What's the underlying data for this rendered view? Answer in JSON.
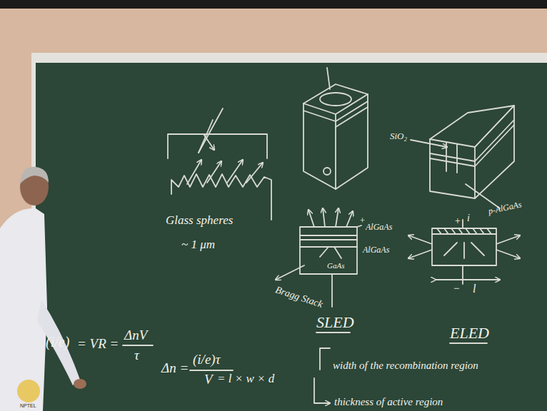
{
  "diagram": {
    "labels": [
      "Glass spheres",
      "~ 1 μm",
      "SiO₂",
      "p-AlGaAs",
      "+",
      "AlGaAs",
      "AlGaAs",
      "Bragg Stack",
      "GaAs",
      "SLED",
      "+",
      "i",
      "−",
      "l",
      "ELED",
      "(i/e)",
      "= VR =",
      "ΔnV",
      "τ",
      "Δn =",
      "(i/e)τ",
      "V",
      "= l × w × d",
      "width of the recombination region",
      "thickness of active region",
      "NPTEL"
    ]
  }
}
